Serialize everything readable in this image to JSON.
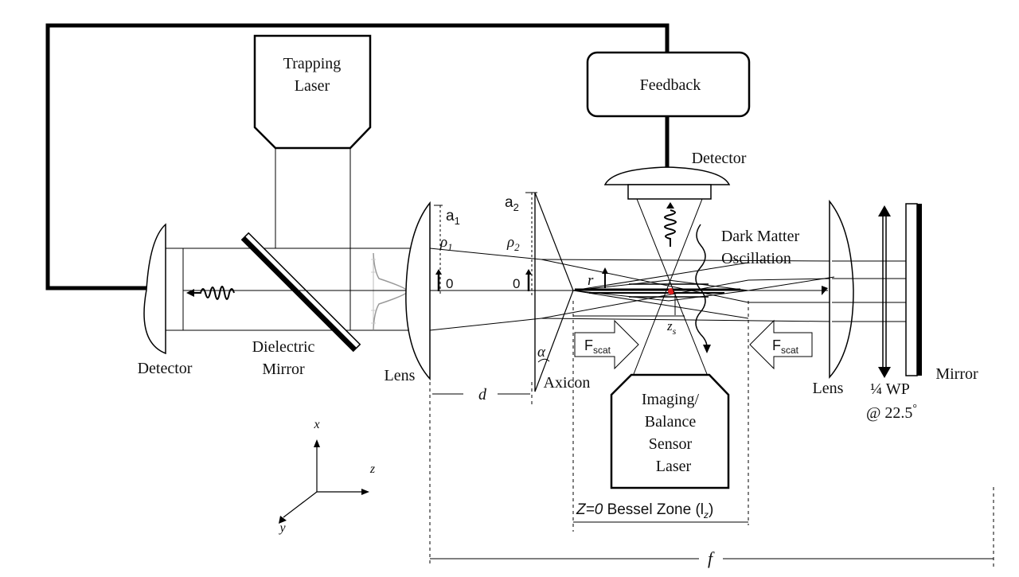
{
  "diagram": {
    "boxes": {
      "trapping_laser_line1": "Trapping",
      "trapping_laser_line2": "Laser",
      "feedback": "Feedback",
      "imaging_line1": "Imaging/",
      "imaging_line2": "Balance",
      "imaging_line3": "Sensor",
      "imaging_line4": "Laser"
    },
    "labels": {
      "detector_left": "Detector",
      "detector_top": "Detector",
      "dielectric_mirror_line1": "Dielectric",
      "dielectric_mirror_line2": "Mirror",
      "lens_left": "Lens",
      "lens_right": "Lens",
      "axicon": "Axicon",
      "mirror": "Mirror",
      "wp_line1": "¼ WP",
      "wp_line2": "@ 22.5",
      "wp_degree": "°",
      "dark_matter_line1": "Dark Matter",
      "dark_matter_line2": "Oscillation",
      "a1": "a",
      "a1_sub": "1",
      "a2": "a",
      "a2_sub": "2",
      "rho1": "ρ",
      "rho1_sub": "1",
      "rho2": "ρ",
      "rho2_sub": "2",
      "zero1": "0",
      "zero2": "0",
      "r": "r",
      "zs": "z",
      "zs_sub": "s",
      "alpha": "α",
      "d": "d",
      "f": "f",
      "fscat_left": "F",
      "fscat_left_sub": "scat",
      "fscat_right": "F",
      "fscat_right_sub": "scat",
      "z0": "Z=0",
      "bessel_zone": "Bessel Zone (l",
      "bessel_zone_sub": "z",
      "bessel_zone_close": ")",
      "axis_x": "x",
      "axis_y": "y",
      "axis_z": "z"
    }
  }
}
